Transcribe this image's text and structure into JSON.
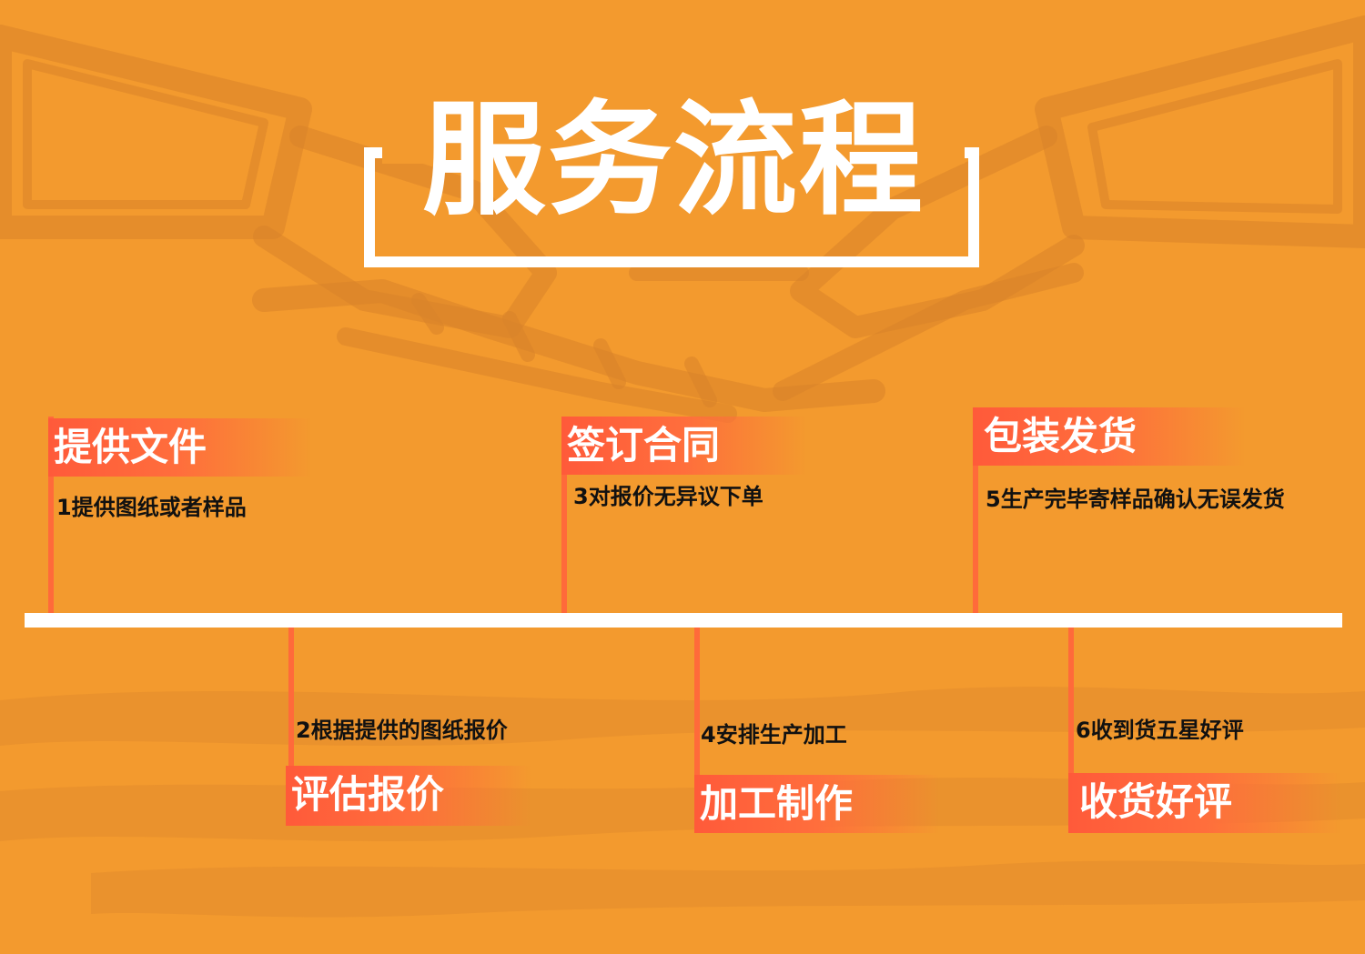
{
  "title": "服务流程",
  "steps": [
    {
      "label": "提供文件",
      "desc": "1提供图纸或者样品"
    },
    {
      "label": "评估报价",
      "desc": "2根据提供的图纸报价"
    },
    {
      "label": "签订合同",
      "desc": "3对报价无异议下单"
    },
    {
      "label": "加工制作",
      "desc": "4安排生产加工"
    },
    {
      "label": "包装发货",
      "desc": "5生产完毕寄样品确认无误发货"
    },
    {
      "label": "收货好评",
      "desc": "6收到货五星好评"
    }
  ],
  "colors": {
    "background": "#F39A2E",
    "accent": "#FF5A3A",
    "title": "#FFFFFF",
    "description": "#111111"
  },
  "icons": {
    "background_art": "handshake-icon"
  }
}
